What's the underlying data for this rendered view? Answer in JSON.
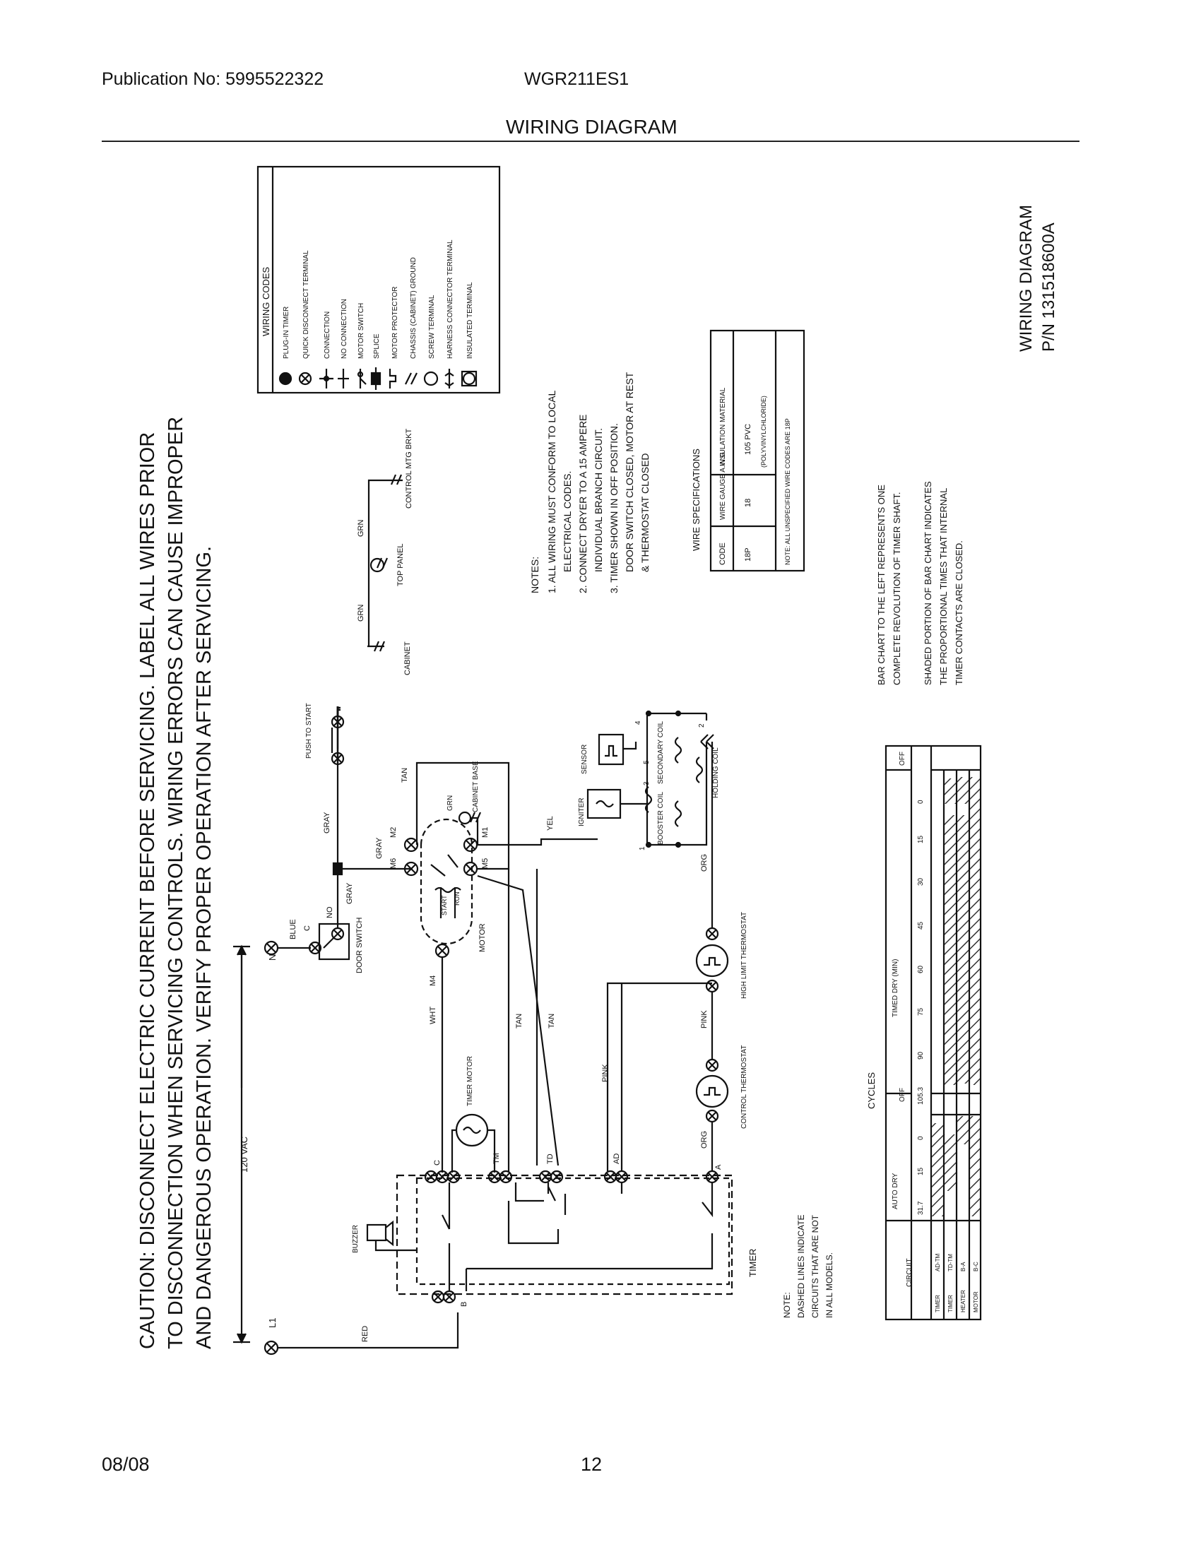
{
  "header": {
    "publication": "Publication No: 5995522322",
    "model": "WGR211ES1",
    "section_title": "WIRING DIAGRAM"
  },
  "footer": {
    "date": "08/08",
    "page": "12"
  },
  "caution": [
    "CAUTION: DISCONNECT ELECTRIC CURRENT BEFORE SERVICING. LABEL ALL WIRES PRIOR",
    "TO DISCONNECTION WHEN SERVICING CONTROLS. WIRING ERRORS CAN CAUSE IMPROPER",
    "AND DANGEROUS OPERATION. VERIFY PROPER OPERATION AFTER SERVICING."
  ],
  "wiring_codes": {
    "title": "WIRING CODES",
    "items": [
      "PLUG-IN TIMER",
      "QUICK DISCONNECT TERMINAL",
      "CONNECTION",
      "NO CONNECTION",
      "MOTOR SWITCH",
      "SPLICE",
      "MOTOR PROTECTOR",
      "CHASSIS (CABINET) GROUND",
      "SCREW TERMINAL",
      "HARNESS CONNECTOR TERMINAL",
      "INSULATED TERMINAL"
    ]
  },
  "notes": {
    "title": "NOTES:",
    "lines": [
      "1. ALL WIRING MUST CONFORM TO LOCAL",
      "ELECTRICAL CODES.",
      "2. CONNECT DRYER TO A 15 AMPERE",
      "INDIVIDUAL BRANCH CIRCUIT.",
      "3. TIMER SHOWN IN OFF POSITION.",
      "DOOR SWITCH CLOSED, MOTOR AT REST",
      "& THERMOSTAT CLOSED"
    ]
  },
  "wire_specs": {
    "title": "WIRE SPECIFICATIONS",
    "headers": [
      "CODE",
      "WIRE GAUGE A.W.G",
      "INSULATION MATERIAL"
    ],
    "row": [
      "18P",
      "18",
      "105 PVC",
      "(POLYVINYLCHLORIDE)"
    ],
    "note": "NOTE: ALL UNSPECIFIED WIRE CODES ARE 18P"
  },
  "bar_chart_notes": [
    "BAR CHART TO THE LEFT REPRESENTS ONE",
    "COMPLETE REVOLUTION OF TIMER SHAFT.",
    "SHADED PORTION OF BAR CHART INDICATES",
    "THE PROPORTIONAL TIMES THAT INTERNAL",
    "TIMER CONTACTS ARE CLOSED."
  ],
  "diagram_id": {
    "title": "WIRING DIAGRAM",
    "part": "P/N 131518600A"
  },
  "grounds": [
    "CABINET",
    "TOP PANEL",
    "CONTROL MTG BRKT"
  ],
  "labels": {
    "vac": "120 VAC",
    "l1": "L1",
    "n": "N",
    "red": "RED",
    "blue": "BLUE",
    "wht": "WHT",
    "tan": "TAN",
    "gray": "GRAY",
    "grn": "GRN",
    "yel": "YEL",
    "pink": "PINK",
    "org": "ORG",
    "door_switch": "DOOR SWITCH",
    "push_to_start": "PUSH TO START",
    "motor": "MOTOR",
    "start": "START",
    "run": "RUN",
    "cabinet_base": "CABINET BASE",
    "timer_motor": "TIMER MOTOR",
    "buzzer": "BUZZER",
    "timer": "TIMER",
    "igniter": "IGNITER",
    "sensor": "SENSOR",
    "booster_coil": "BOOSTER COIL",
    "secondary_coil": "SECONDARY COIL",
    "holding_coil": "HOLDING COIL",
    "control_thermostat": "CONTROL THERMOSTAT",
    "high_limit_thermostat": "HIGH LIMIT THERMOSTAT",
    "dashed_note": [
      "NOTE:",
      "DASHED LINES INDICATE",
      "CIRCUITS THAT ARE NOT",
      "IN ALL MODELS."
    ],
    "term_c": "C",
    "term_tm": "TM",
    "term_td": "TD",
    "term_ad": "AD",
    "term_a": "A",
    "term_b": "B",
    "m1": "M1",
    "m2": "M2",
    "m4": "M4",
    "m5": "M5",
    "m6": "M6",
    "no": "NO",
    "c": "C",
    "n1": "1",
    "n2": "2",
    "n3": "3",
    "n4": "4",
    "n5": "5"
  },
  "cycles": {
    "title": "CYCLES",
    "circuit_header": "CIRCUIT",
    "groups": [
      "AUTO DRY",
      "TIMED DRY (MIN)"
    ],
    "ticks": [
      "31.7",
      "15",
      "0",
      "OFF",
      "105.3",
      "90",
      "75",
      "60",
      "45",
      "30",
      "15",
      "0",
      "OFF"
    ],
    "rows": [
      [
        "TIMER",
        "AD-TM"
      ],
      [
        "TIMER",
        "TD-TM"
      ],
      [
        "HEATER",
        "B-A"
      ],
      [
        "MOTOR",
        "B-C"
      ]
    ]
  },
  "colors": {
    "ink": "#111111",
    "hatch": "#333333"
  }
}
